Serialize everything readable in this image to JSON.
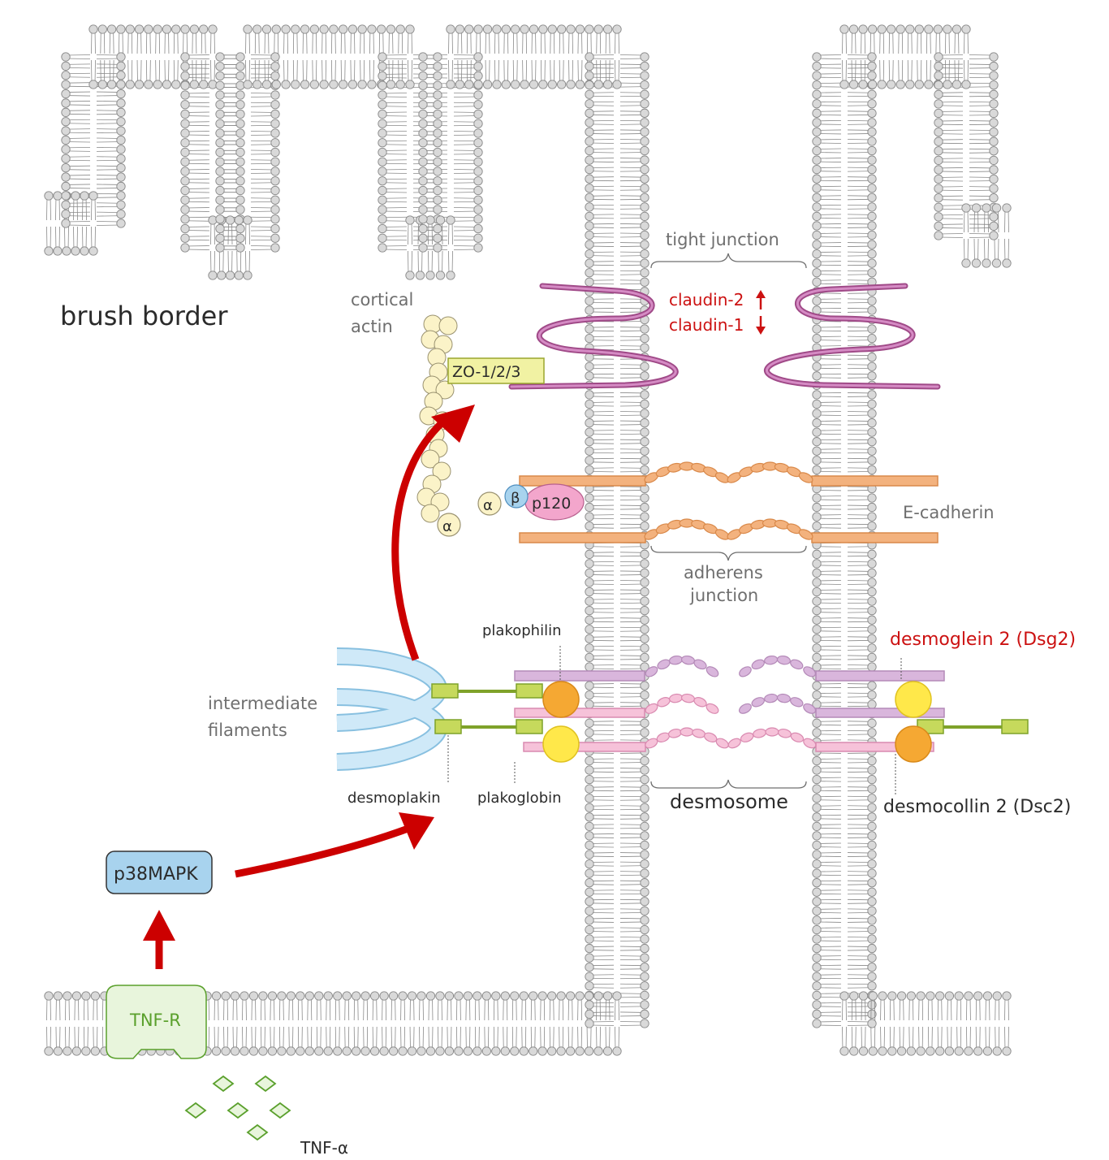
{
  "labels": {
    "brush_border": "brush border",
    "cortical_actin_line1": "cortical",
    "cortical_actin_line2": "actin",
    "tight_junction": "tight junction",
    "claudin2": "claudin-2",
    "claudin1": "claudin-1",
    "zo": "ZO-1/2/3",
    "alpha": "α",
    "beta": "β",
    "p120": "p120",
    "e_cadherin": "E-cadherin",
    "adherens_line1": "adherens",
    "adherens_line2": "junction",
    "plakophilin": "plakophilin",
    "desmoglein": "desmoglein 2 (Dsg2)",
    "intermediate_line1": "intermediate",
    "intermediate_line2": "filaments",
    "desmoplakin": "desmoplakin",
    "plakoglobin": "plakoglobin",
    "desmosome": "desmosome",
    "desmocollin": "desmocollin 2 (Dsc2)",
    "p38": "p38MAPK",
    "tnfr": "TNF-R",
    "tnfa": "TNF-α"
  },
  "colors": {
    "membrane_head": "#d9d9d9",
    "membrane_stroke": "#8a8a8a",
    "claudin": "#b5559a",
    "cadherin": "#f3b27e",
    "dsg2": "#d9b6dc",
    "dsc2": "#f6c2d9",
    "desmoplakin": "#c6d95c",
    "if_blue": "#c9e6f7",
    "plakophilin": "#f5a833",
    "plakoglobin": "#ffe84a",
    "actin": "#fbf3c8",
    "zo_fill": "#f1f2a3",
    "p38_fill": "#a8d3ee",
    "tnfr_fill": "#e8f5dc",
    "tnfr_stroke": "#5aa02c",
    "arrow_red": "#cc0000",
    "p120_fill": "#f3a6cc"
  }
}
